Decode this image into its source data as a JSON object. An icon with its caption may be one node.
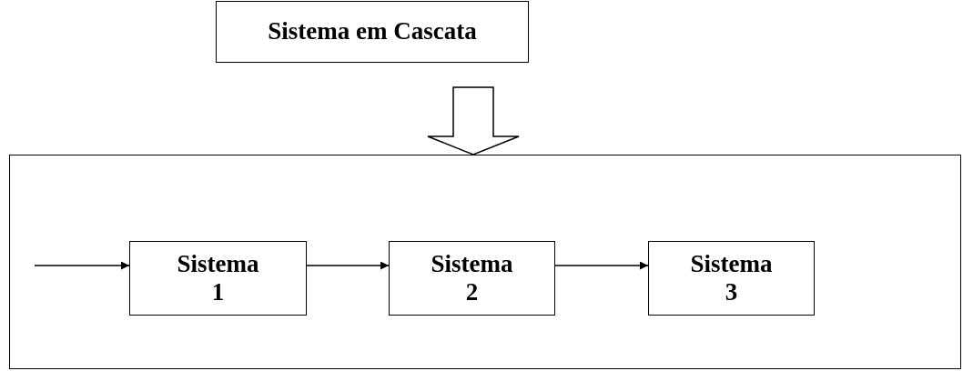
{
  "diagram": {
    "nodes": [
      {
        "text": [
          "Sistema em Cascata"
        ]
      },
      {
        "text": [],
        "shape": "box"
      },
      {
        "text": [
          "Sistema 1"
        ],
        "in": 1
      },
      {
        "text": [
          "Sistema 2"
        ],
        "in": 1
      },
      {
        "text": [
          "Sistema 3"
        ],
        "in": 1
      }
    ],
    "edges": [
      {
        "from": 0,
        "to": 1,
        "arrow": "to",
        "style": "thick"
      },
      {
        "from": null,
        "to": 2,
        "arrow": "to"
      },
      {
        "from": 2,
        "to": 3,
        "arrow": "to"
      },
      {
        "from": 3,
        "to": 4,
        "arrow": "to"
      }
    ]
  }
}
